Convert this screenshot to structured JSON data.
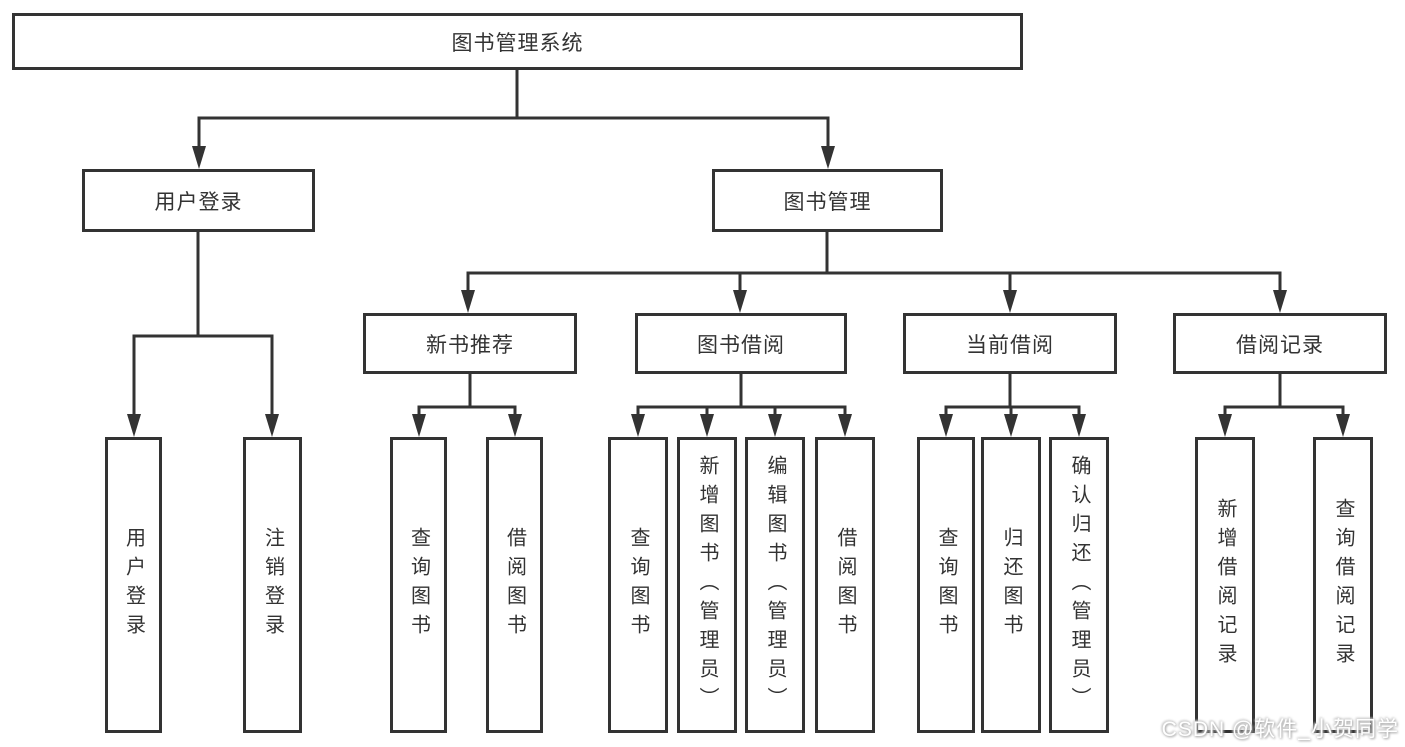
{
  "tree": {
    "root": {
      "label": "图书管理系统"
    },
    "branches": [
      {
        "label": "用户登录",
        "leaves": [
          "用户登录",
          "注销登录"
        ]
      },
      {
        "label": "图书管理",
        "groups": [
          {
            "label": "新书推荐",
            "leaves": [
              "查询图书",
              "借阅图书"
            ]
          },
          {
            "label": "图书借阅",
            "leaves": [
              "查询图书",
              "新增图书（管理员）",
              "编辑图书（管理员）",
              "借阅图书"
            ]
          },
          {
            "label": "当前借阅",
            "leaves": [
              "查询图书",
              "归还图书",
              "确认归还（管理员）"
            ]
          },
          {
            "label": "借阅记录",
            "leaves": [
              "新增借阅记录",
              "查询借阅记录"
            ]
          }
        ]
      }
    ]
  },
  "watermark": {
    "text": "CSDN @软件_小贺同学"
  },
  "colors": {
    "line": "#333333",
    "text": "#333333",
    "box_background": "#ffffff",
    "page_background": "#ffffff",
    "watermark_text": "#ffffff"
  }
}
